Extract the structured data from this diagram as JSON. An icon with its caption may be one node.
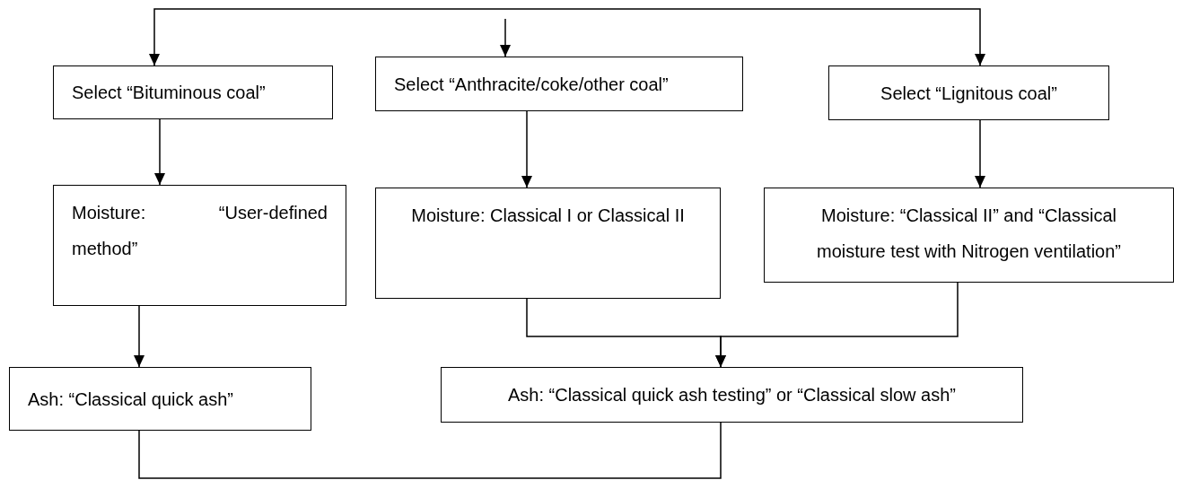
{
  "diagram": {
    "nodes": [
      {
        "text": [
          "Select “Bituminous coal”"
        ]
      },
      {
        "text": [
          "Select “Anthracite/coke/other coal”"
        ]
      },
      {
        "text": [
          "Select “Lignitous coal”"
        ]
      },
      {
        "text": [
          "Moisture: “User-defined method”"
        ]
      },
      {
        "text": [
          "Moisture: Classical I or Classical II"
        ]
      },
      {
        "text": [
          "Moisture: “Classical II” and “Classical moisture test with Nitrogen ventilation”"
        ]
      },
      {
        "text": [
          "Ash: “Classical quick ash”"
        ]
      },
      {
        "text": [
          "Ash: “Classical quick ash testing” or “Classical slow ash”"
        ]
      }
    ],
    "edges": [
      {
        "from": null,
        "to": 0,
        "arrow": "to"
      },
      {
        "from": null,
        "to": 1,
        "arrow": "to"
      },
      {
        "from": null,
        "to": 2,
        "arrow": "to"
      },
      {
        "from": 0,
        "to": 3,
        "arrow": "to"
      },
      {
        "from": 1,
        "to": 4,
        "arrow": "to"
      },
      {
        "from": 2,
        "to": 5,
        "arrow": "to"
      },
      {
        "from": 3,
        "to": 6,
        "arrow": "to"
      },
      {
        "from": 4,
        "to": 7,
        "arrow": "to"
      },
      {
        "from": 5,
        "to": 7,
        "arrow": "to"
      },
      {
        "from": 6,
        "to": 7,
        "arrow": "none"
      }
    ]
  }
}
